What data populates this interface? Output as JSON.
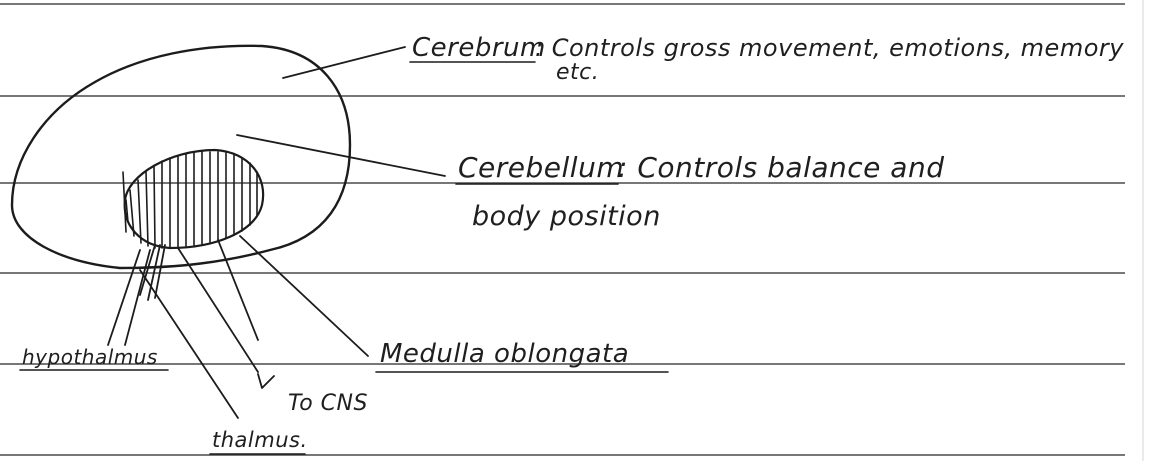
{
  "labels": {
    "cerebrum": {
      "term": "Cerebrum",
      "desc_line1": ": Controls gross movement, emotions, memory",
      "desc_line2": "etc."
    },
    "cerebellum": {
      "term": "Cerebellum",
      "desc_line1": ": Controls balance and",
      "desc_line2": "body position"
    },
    "hypothalamus": "hypothalmus",
    "thalamus": "thalmus.",
    "medulla": "Medulla oblongata",
    "to_cns": "To CNS"
  },
  "colors": {
    "ink": "#1c1c1c",
    "paper": "#ffffff",
    "rule": "#4a4a4a"
  }
}
